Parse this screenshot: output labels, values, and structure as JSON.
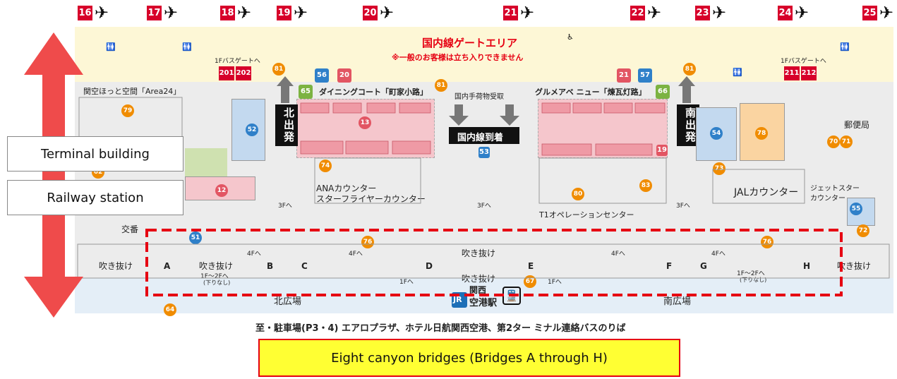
{
  "gates": [
    "16",
    "17",
    "18",
    "19",
    "20",
    "21",
    "22",
    "23",
    "24",
    "25"
  ],
  "plane_icon": "airplane-icon",
  "domestic_gate_area": {
    "title": "国内線ゲートエリア",
    "notice": "※一般のお客様は立ち入りできません"
  },
  "passage_left": "1Fバスゲートへ",
  "passage_right": "1Fバスゲートへ",
  "gate_codes_left": [
    "201",
    "202"
  ],
  "gate_codes_right": [
    "211",
    "212"
  ],
  "area24_label": "関空ほっと空間「Area24」",
  "dining_court": "ダイニングコート「町家小路」",
  "gourmet_avenue": "グルメアベ ニュー「煉瓦灯路」",
  "domestic_baggage": "国内手荷物受取",
  "domestic_arrival": "国内線到着",
  "north_departure": "北出発",
  "south_departure": "南出発",
  "ana_counter": "ANAカウンター",
  "star_flyer_counter": "スターフライヤーカウンター",
  "ops_center": "T1オペレーションセンター",
  "post_office": "郵便局",
  "jal_counter": "JALカウンター",
  "jetstar_counter_1": "ジェットスター",
  "jetstar_counter_2": "カウンター",
  "police_box": "交番",
  "atrium": "吹き抜け",
  "bridges": [
    "A",
    "B",
    "C",
    "D",
    "E",
    "F",
    "G",
    "H"
  ],
  "to_3f": "3Fへ",
  "to_4f": "4Fへ",
  "to_1f": "1Fへ",
  "to_1f_2f_line1": "1F～2Fへ",
  "to_1f_2f_line2": "(下りなし)",
  "north_plaza": "北広場",
  "south_plaza": "南広場",
  "station_name_1": "関西",
  "station_name_2": "空港駅",
  "jr_logo": "JR",
  "parking_note": "至・駐車場(P3・4) エアロプラザ、ホテル日航関西空港、第2ター ミナル連絡バスのりば",
  "numbers": {
    "n12": "12",
    "n13": "13",
    "n19": "19",
    "n20": "20",
    "n21": "21",
    "n51": "51",
    "n52": "52",
    "n53": "53",
    "n54": "54",
    "n55": "55",
    "n56": "56",
    "n57": "57",
    "n62": "62",
    "n64": "64",
    "n65": "65",
    "n66": "66",
    "n67": "67",
    "n70": "70",
    "n71": "71",
    "n72": "72",
    "n73": "73",
    "n74": "74",
    "n76a": "76",
    "n76b": "76",
    "n78": "78",
    "n79": "79",
    "n80": "80",
    "n81a": "81",
    "n81b": "81",
    "n81c": "81",
    "n83": "83"
  },
  "labels_1f": [
    "1Fへ",
    "1Fへ"
  ],
  "callouts": {
    "terminal": "Terminal building",
    "railway": "Railway station",
    "bridges": "Eight canyon bridges (Bridges A through H)"
  },
  "colors": {
    "gate_red": "#d7002a",
    "gate_area_yellow": "#fdf7d6",
    "terminal_grey": "#ececec",
    "plaza_blue": "#e4eef7",
    "dining_pink": "#f5c6cc",
    "food_red": "#e25563",
    "arrow_red": "#ef4b4b",
    "dash_red": "#e60012",
    "callout_yellow": "#ffff33",
    "shop_blue": "#c3d9ef",
    "shop_orange": "#fad4a1",
    "shop_green": "#cfe1b0",
    "station_blue": "#1d6fb7",
    "dept_black": "#111111"
  }
}
